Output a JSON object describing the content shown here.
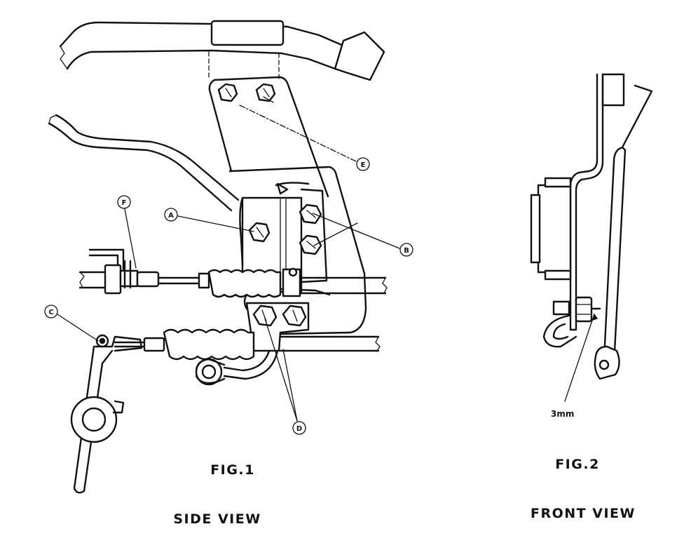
{
  "figure1": {
    "callouts": {
      "a": "A",
      "b": "B",
      "c": "C",
      "d": "D",
      "e": "E",
      "f": "F"
    },
    "caption": "FIG.1",
    "view_label": "SIDE VIEW"
  },
  "figure2": {
    "dimension": "3mm",
    "caption": "FIG.2",
    "view_label": "FRONT VIEW"
  }
}
